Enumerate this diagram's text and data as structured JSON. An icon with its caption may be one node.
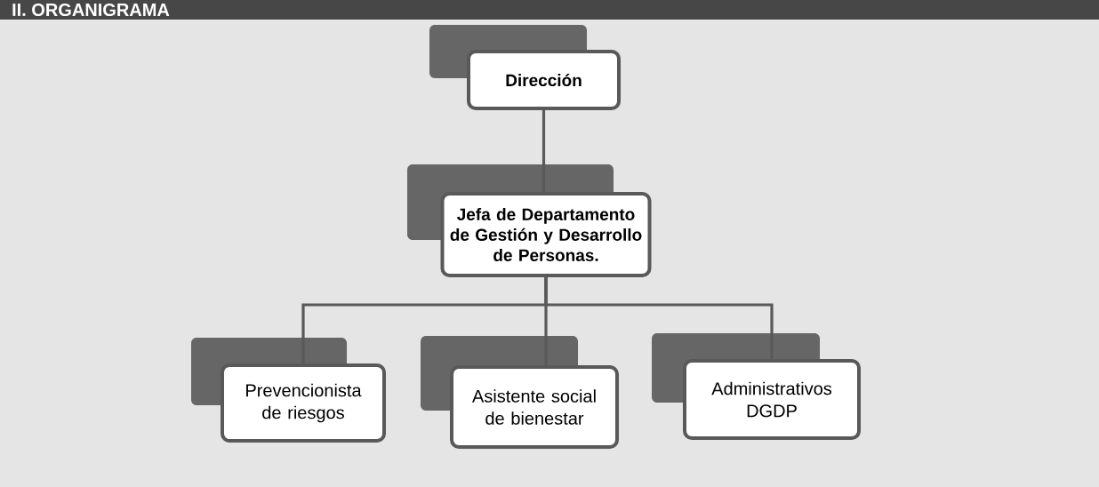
{
  "diagram": {
    "title": "II. ORGANIGRAMA",
    "nodes": [
      {
        "text": [
          "Dirección"
        ]
      },
      {
        "text": [
          "Jefa de Departamento de Gestión y Desarrollo de Personas."
        ]
      },
      {
        "text": [
          "Prevencionista de riesgos"
        ]
      },
      {
        "text": [
          "Asistente social de bienestar"
        ]
      },
      {
        "text": [
          "Administrativos DGDP"
        ]
      }
    ],
    "edges": [
      {
        "from": 0,
        "to": 1,
        "arrow": "none"
      },
      {
        "from": 1,
        "to": 2,
        "arrow": "none"
      },
      {
        "from": 1,
        "to": 3,
        "arrow": "none"
      },
      {
        "from": 1,
        "to": 4,
        "arrow": "none"
      }
    ]
  }
}
